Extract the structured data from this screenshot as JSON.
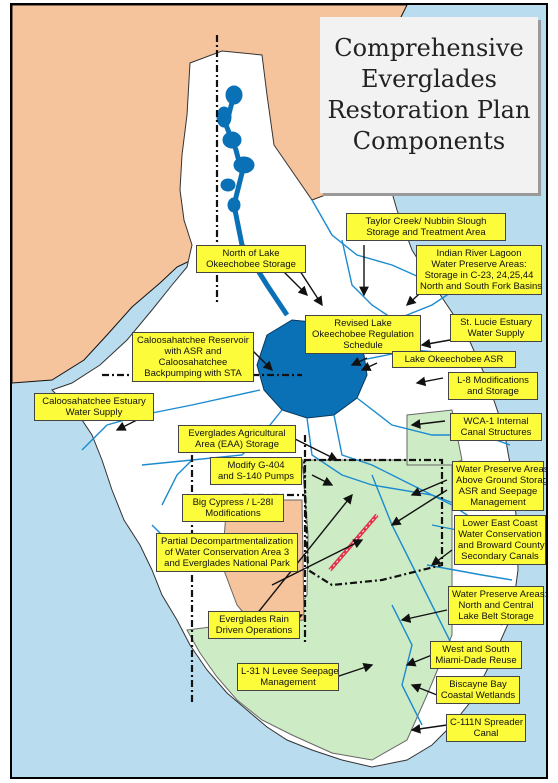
{
  "title": [
    "Comprehensive",
    "Everglades",
    "Restoration Plan",
    "Components"
  ],
  "colors": {
    "ocean": "#b9dcef",
    "upland": "#f6c49c",
    "land": "#ffffff",
    "lake": "#0b71b6",
    "everglades_np": "#cdebc4",
    "water_lines": "#1b8bd0",
    "label_fill": "#fcfc3a",
    "decompartmentalization": "#e0344a"
  },
  "labels": [
    {
      "id": "taylor-creek",
      "lines": [
        "Taylor Creek/ Nubbin Slough",
        "Storage and Treatment Area"
      ]
    },
    {
      "id": "north-lake-okeechobee-storage",
      "lines": [
        "North of  Lake",
        "Okeechobee Storage"
      ]
    },
    {
      "id": "indian-river-lagoon",
      "lines": [
        "Indian River Lagoon",
        "Water Preserve Areas:",
        "Storage in C-23, 24,25,44",
        "North and South Fork Basins"
      ]
    },
    {
      "id": "st-lucie",
      "lines": [
        "St. Lucie Estuary",
        "Water Supply"
      ]
    },
    {
      "id": "revised-lake-okeechobee",
      "lines": [
        "Revised Lake",
        "Okeechobee Regulation",
        "Schedule"
      ]
    },
    {
      "id": "caloosahatchee-reservoir",
      "lines": [
        "Caloosahatchee Reservoir",
        "with ASR and",
        "Caloosahatchee",
        "Backpumping with STA"
      ]
    },
    {
      "id": "lake-okeechobee-asr",
      "lines": [
        "Lake Okeechobee ASR"
      ]
    },
    {
      "id": "l8-modifications",
      "lines": [
        "L-8 Modifications",
        "and Storage"
      ]
    },
    {
      "id": "caloosahatchee-estuary",
      "lines": [
        "Caloosahatchee Estuary",
        "Water Supply"
      ]
    },
    {
      "id": "wca1-internal",
      "lines": [
        "WCA-1 Internal",
        "Canal Structures"
      ]
    },
    {
      "id": "eaa-storage",
      "lines": [
        "Everglades Agricultural",
        "Area (EAA) Storage"
      ]
    },
    {
      "id": "modify-g404",
      "lines": [
        "Modify G-404",
        "and S-140 Pumps"
      ]
    },
    {
      "id": "water-preserve-above-ground",
      "lines": [
        "Water Preserve Areas:",
        "Above Ground Storage,",
        "ASR and Seepage",
        "Management"
      ]
    },
    {
      "id": "big-cypress",
      "lines": [
        "Big Cypress / L-28I",
        "Modifications"
      ]
    },
    {
      "id": "lower-east-coast",
      "lines": [
        "Lower East Coast",
        "Water Conservation",
        "and Broward County",
        "Secondary Canals"
      ]
    },
    {
      "id": "partial-decompartmentalization",
      "lines": [
        "Partial Decompartmentalization",
        "of Water Conservation Area 3",
        "and Everglades National Park"
      ]
    },
    {
      "id": "water-preserve-lake-belt",
      "lines": [
        "Water Preserve Areas:",
        "North and Central",
        "Lake Belt Storage"
      ]
    },
    {
      "id": "everglades-rain",
      "lines": [
        "Everglades Rain",
        "Driven Operations"
      ]
    },
    {
      "id": "west-south-miami-dade",
      "lines": [
        "West and South",
        "Miami-Dade Reuse"
      ]
    },
    {
      "id": "l31n-levee",
      "lines": [
        "L-31 N Levee Seepage",
        "Management"
      ]
    },
    {
      "id": "biscayne-bay",
      "lines": [
        "Biscayne Bay",
        "Coastal Wetlands"
      ]
    },
    {
      "id": "c111n-spreader",
      "lines": [
        "C-111N Spreader",
        "Canal"
      ]
    }
  ]
}
